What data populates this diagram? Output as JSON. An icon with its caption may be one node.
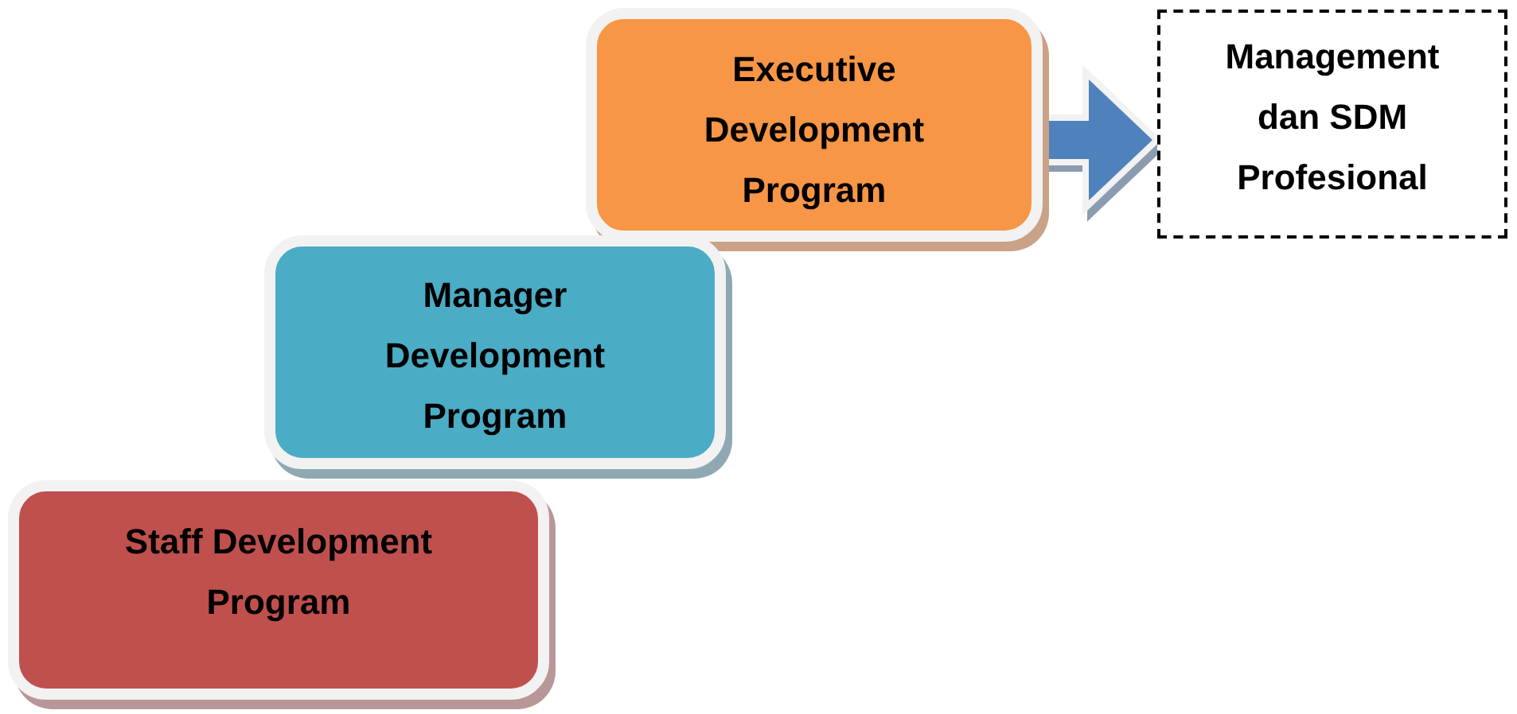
{
  "diagram": {
    "nodes": [
      {
        "text": [
          "Executive Development Program"
        ]
      },
      {
        "text": [
          "Management dan SDM Profesional"
        ]
      },
      {
        "text": [
          "Manager Development Program"
        ]
      },
      {
        "text": [
          "Staff Development Program"
        ]
      }
    ],
    "edges": [
      {
        "from": 0,
        "to": 1,
        "arrow": "to",
        "style": "thick"
      }
    ]
  }
}
